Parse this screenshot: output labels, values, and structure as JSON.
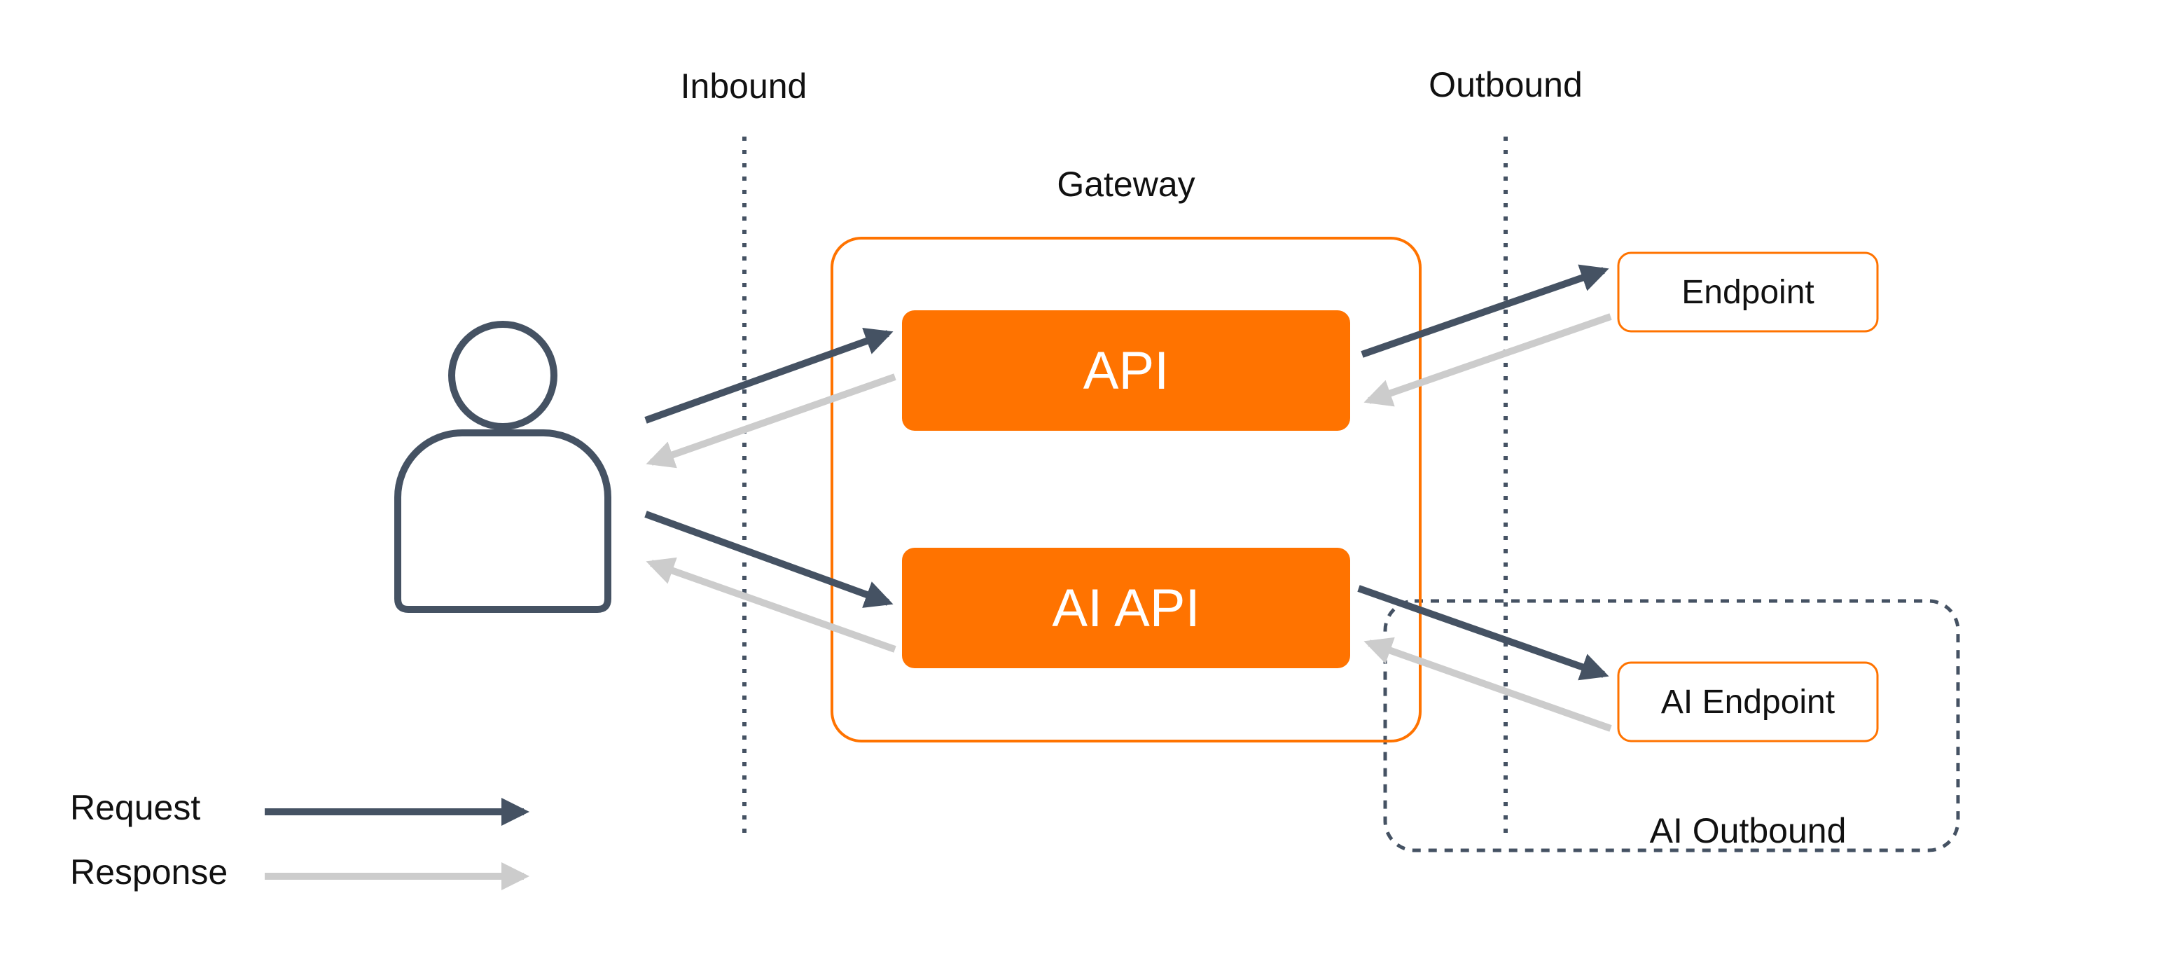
{
  "colors": {
    "orange": "#ff7300",
    "dark": "#455263",
    "light": "#cccccc",
    "text": "#111111",
    "white": "#ffffff"
  },
  "zones": {
    "inbound": "Inbound",
    "outbound": "Outbound",
    "gateway": "Gateway",
    "ai_outbound": "AI Outbound"
  },
  "apis": {
    "api": "API",
    "ai_api": "AI API"
  },
  "endpoints": {
    "endpoint": "Endpoint",
    "ai_endpoint": "AI Endpoint"
  },
  "legend": {
    "request": "Request",
    "response": "Response"
  },
  "icons": {
    "client": "user-icon"
  }
}
